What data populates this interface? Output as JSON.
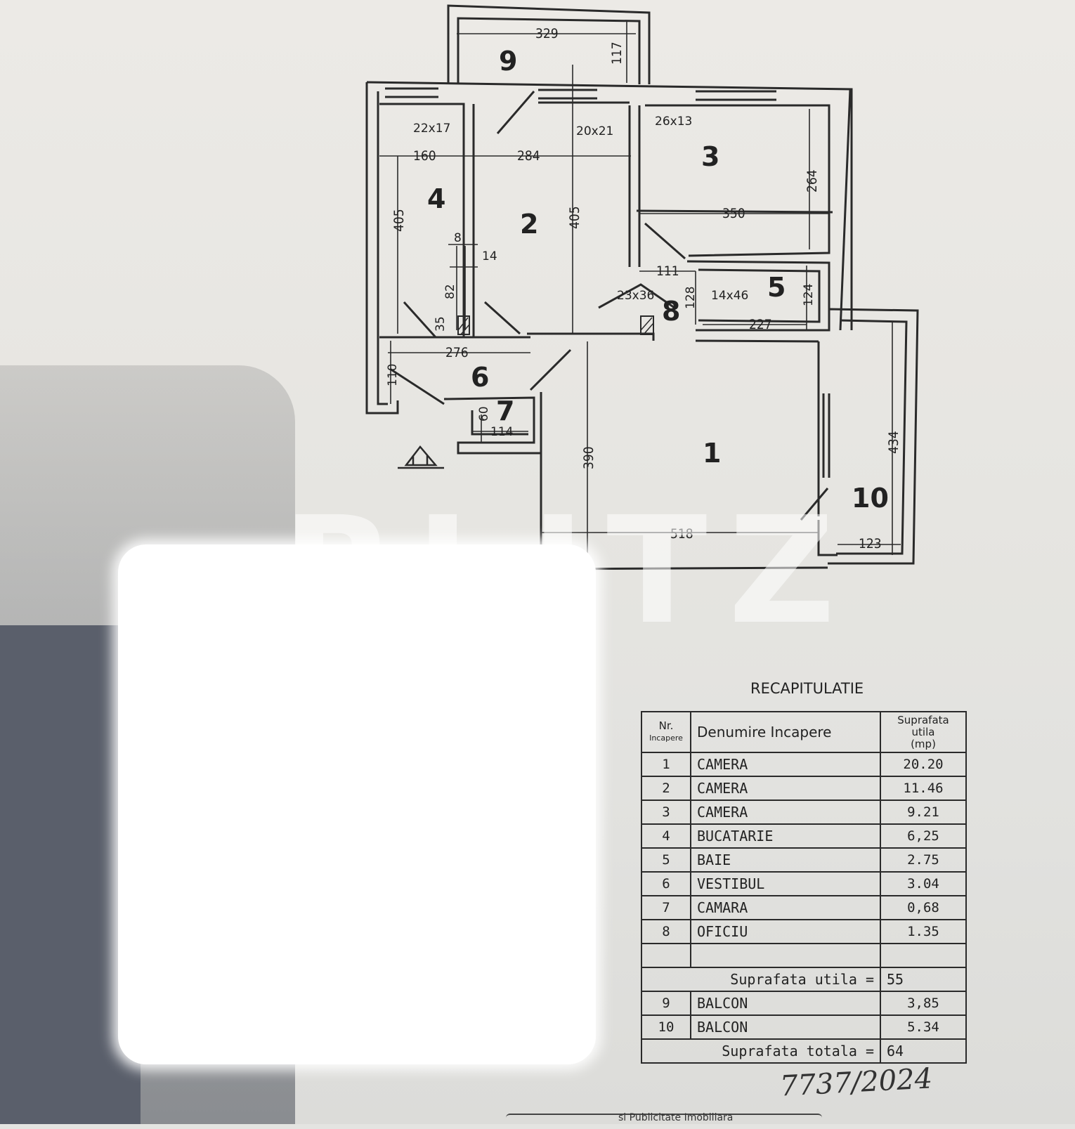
{
  "rooms": {
    "r1": "1",
    "r2": "2",
    "r3": "3",
    "r4": "4",
    "r5": "5",
    "r6": "6",
    "r7": "7",
    "r8": "8",
    "r9": "9",
    "r10": "10"
  },
  "dimensions": {
    "d329": "329",
    "d117": "117",
    "d22x17": "22x17",
    "d20x21": "20x21",
    "d26x13": "26x13",
    "d160": "160",
    "d284": "284",
    "d264": "264",
    "d350": "350",
    "d405a": "405",
    "d405b": "405",
    "d8": "8",
    "d14": "14",
    "d82": "82",
    "d35": "35",
    "d111": "111",
    "d23x36": "23x36",
    "d128": "128",
    "d14x46": "14x46",
    "d124": "124",
    "d227": "227",
    "d276": "276",
    "d110": "110",
    "d60": "60",
    "d114": "114",
    "d390": "390",
    "d434": "434",
    "d518": "518",
    "d123": "123"
  },
  "watermark": "BLITZ",
  "recap": {
    "title": "RECAPITULATIE",
    "header": {
      "nr": "Nr.",
      "nr_sub": "Incapere",
      "name": "Denumire Incapere",
      "area": "Suprafata utila",
      "area_unit": "(mp)"
    },
    "rows": [
      {
        "nr": "1",
        "name": "CAMERA",
        "area": "20.20"
      },
      {
        "nr": "2",
        "name": "CAMERA",
        "area": "11.46"
      },
      {
        "nr": "3",
        "name": "CAMERA",
        "area": "9.21"
      },
      {
        "nr": "4",
        "name": "BUCATARIE",
        "area": "6,25"
      },
      {
        "nr": "5",
        "name": "BAIE",
        "area": "2.75"
      },
      {
        "nr": "6",
        "name": "VESTIBUL",
        "area": "3.04"
      },
      {
        "nr": "7",
        "name": "CAMARA",
        "area": "0,68"
      },
      {
        "nr": "8",
        "name": "OFICIU",
        "area": "1.35"
      }
    ],
    "util_label": "Suprafata utila =",
    "util_value": "55",
    "balconies": [
      {
        "nr": "9",
        "name": "BALCON",
        "area": "3,85"
      },
      {
        "nr": "10",
        "name": "BALCON",
        "area": "5.34"
      }
    ],
    "total_label": "Suprafata totala =",
    "total_value": "64"
  },
  "handwriting": "7737/2024",
  "footer": "si Publicitate Imobiliara"
}
